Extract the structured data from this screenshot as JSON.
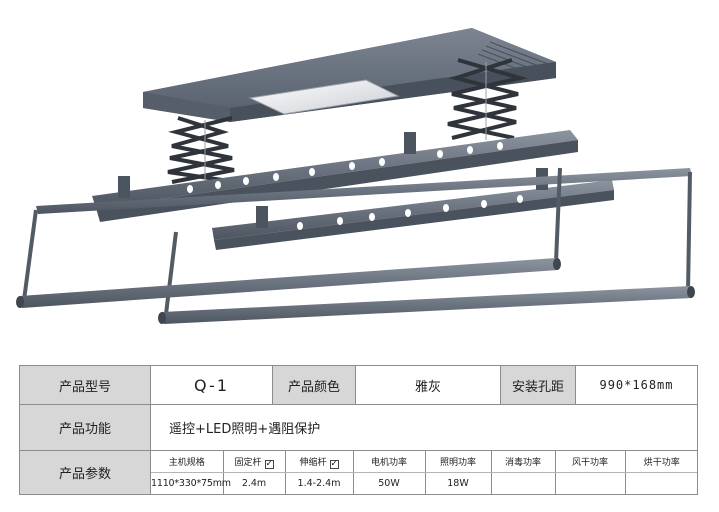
{
  "spec_table": {
    "model_label": "产品型号",
    "model_value": "Q-1",
    "color_label": "产品颜色",
    "color_value": "雅灰",
    "hole_label": "安装孔距",
    "hole_value": "990*168mm",
    "function_label": "产品功能",
    "function_value": "遥控+LED照明+遇阻保护",
    "params_label": "产品参数",
    "params": [
      {
        "name": "主机规格",
        "value": "1110*330*75mm",
        "checkbox": false
      },
      {
        "name": "固定杆",
        "value": "2.4m",
        "checkbox": true
      },
      {
        "name": "伸缩杆",
        "value": "1.4-2.4m",
        "checkbox": true
      },
      {
        "name": "电机功率",
        "value": "50W",
        "checkbox": false
      },
      {
        "name": "照明功率",
        "value": "18W",
        "checkbox": false
      },
      {
        "name": "消毒功率",
        "value": "",
        "checkbox": false
      },
      {
        "name": "风干功率",
        "value": "",
        "checkbox": false
      },
      {
        "name": "烘干功率",
        "value": "",
        "checkbox": false
      }
    ]
  },
  "colors": {
    "rack_gray": "#5d6672",
    "header_bg": "#d7d7d7",
    "border": "#8c8c8c"
  }
}
